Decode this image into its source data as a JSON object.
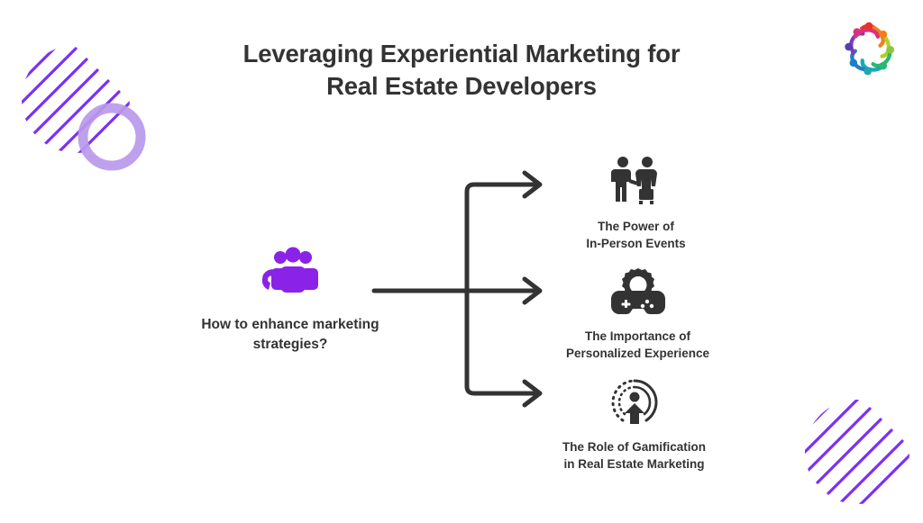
{
  "slide": {
    "background_color": "#ffffff",
    "text_color": "#333333",
    "accent_color": "#8b22e8",
    "title_lines": [
      "Leveraging Experiential Marketing for",
      "Real Estate Developers"
    ],
    "title_full": "Leveraging Experiential Marketing for Real Estate Developers"
  },
  "logo": {
    "name": "company-logo",
    "description": "circular ring of stylized people",
    "colors": [
      "#e8322a",
      "#f07f1a",
      "#f0c419",
      "#8cc63f",
      "#2bb673",
      "#1ba8b2",
      "#1f7fc4",
      "#5b3bb5",
      "#9b4f9e",
      "#d9307f"
    ]
  },
  "decorations": {
    "top_left": {
      "name": "hatched-circle-and-ring",
      "hatch_color": "#7b2ff7",
      "ring_color": "#b999ea"
    },
    "bottom_right": {
      "name": "hatched-circle",
      "hatch_color": "#7b2ff7"
    }
  },
  "diagram": {
    "root": {
      "icon": "people-magnet-icon",
      "icon_color": "#8b22e8",
      "label_lines": [
        "How to enhance",
        "marketing strategies?"
      ],
      "label_full": "How to enhance marketing strategies?"
    },
    "connector": {
      "name": "three-way-fork-arrows",
      "color": "#333333",
      "stroke_width": 5,
      "branch_count": 3
    },
    "branches": [
      {
        "icon": "handshake-people-icon",
        "label_lines": [
          "The Power of",
          "In-Person Events"
        ],
        "label_full": "The Power of In-Person Events"
      },
      {
        "icon": "gamepad-gear-icon",
        "label_lines": [
          "The Importance of",
          "Personalized Experience"
        ],
        "label_full": "The Importance of Personalized Experience"
      },
      {
        "icon": "person-in-circle-engagement-icon",
        "label_lines": [
          "The Role of Gamification",
          "in Real Estate Marketing"
        ],
        "label_full": "The Role of Gamification in Real Estate Marketing"
      }
    ]
  }
}
